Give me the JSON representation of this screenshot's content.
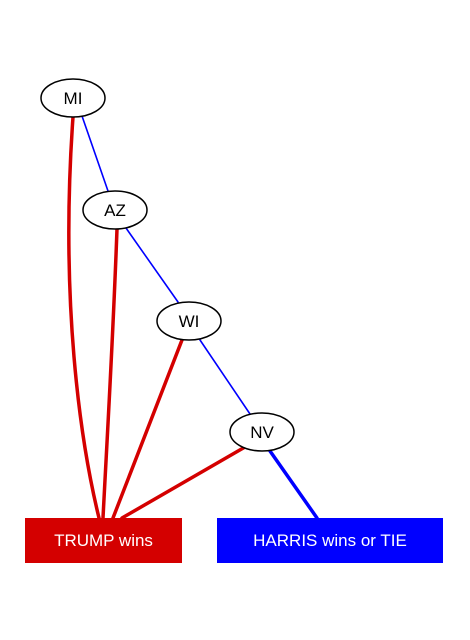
{
  "colors": {
    "trump": "#d40000",
    "harris": "#0000ff",
    "node_fill": "#ffffff",
    "node_stroke": "#000000"
  },
  "nodes": [
    {
      "id": "mi",
      "label": "MI"
    },
    {
      "id": "az",
      "label": "AZ"
    },
    {
      "id": "wi",
      "label": "WI"
    },
    {
      "id": "nv",
      "label": "NV"
    }
  ],
  "outcomes": {
    "trump": {
      "label": "TRUMP wins"
    },
    "harris": {
      "label": "HARRIS wins or TIE"
    }
  },
  "edges": [
    {
      "from": "mi",
      "to": "trump",
      "winner": "trump"
    },
    {
      "from": "mi",
      "to": "az",
      "winner": "harris"
    },
    {
      "from": "az",
      "to": "trump",
      "winner": "trump"
    },
    {
      "from": "az",
      "to": "wi",
      "winner": "harris"
    },
    {
      "from": "wi",
      "to": "trump",
      "winner": "trump"
    },
    {
      "from": "wi",
      "to": "nv",
      "winner": "harris"
    },
    {
      "from": "nv",
      "to": "trump",
      "winner": "trump"
    },
    {
      "from": "nv",
      "to": "harris",
      "winner": "harris"
    }
  ]
}
